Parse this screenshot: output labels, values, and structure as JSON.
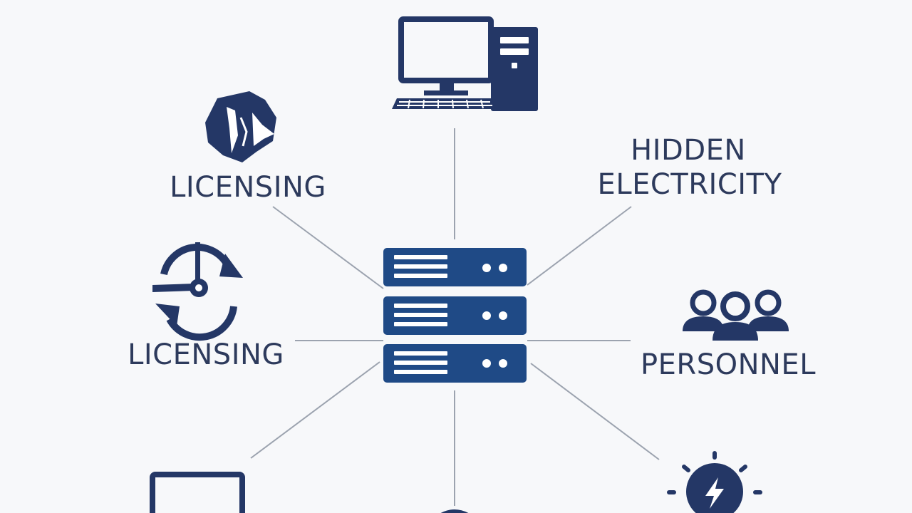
{
  "labels": {
    "licensing_top": "LICENSING",
    "licensing_bottom": "LICENSING",
    "hidden_electricity_line1": "HIDDEN",
    "hidden_electricity_line2": "ELECTRICITY",
    "personnel": "PERSONNEL"
  },
  "colors": {
    "icon": "#243766",
    "server_fill": "#1f4a86",
    "line": "#9ca3af",
    "text": "#2d3a5c",
    "background": "#f7f8fa"
  },
  "icons": {
    "top": "desktop-computer-icon",
    "upper_left": "broken-shield-icon",
    "left": "clock-cycle-icon",
    "right": "people-group-icon",
    "bottom_right": "lightning-bulb-icon",
    "bottom_left": "monitor-icon",
    "center": "server-stack-icon"
  }
}
